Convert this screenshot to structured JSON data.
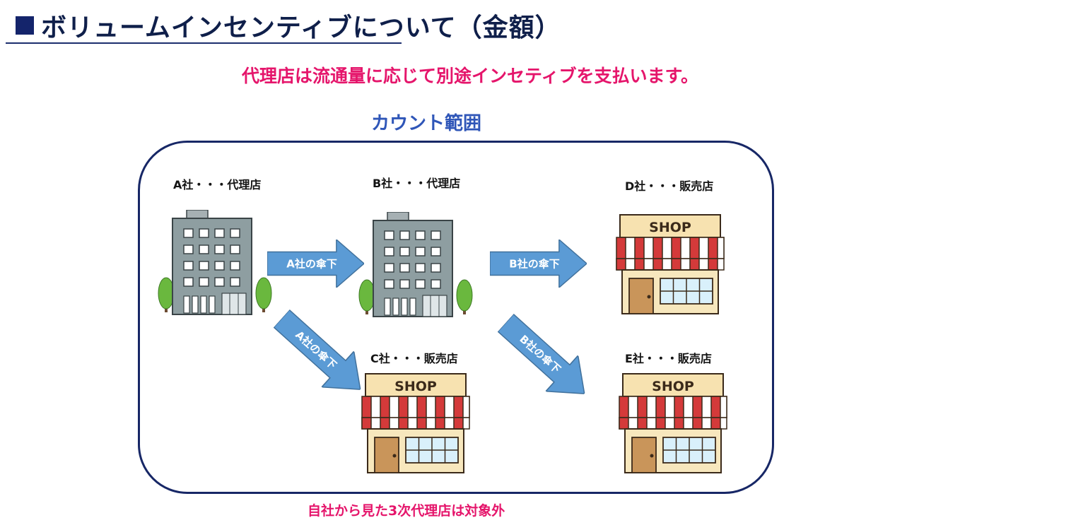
{
  "header": {
    "title": "ボリュームインセンティブについて（金額）"
  },
  "subtitle": "代理店は流通量に応じて別途インセティブを支払います。",
  "scope": {
    "label": "カウント範囲"
  },
  "nodes": {
    "a": {
      "label": "A社・・・代理店",
      "icon": "office-building-icon"
    },
    "b": {
      "label": "B社・・・代理店",
      "icon": "office-building-icon"
    },
    "c": {
      "label": "C社・・・販売店",
      "icon": "shop-icon"
    },
    "d": {
      "label": "D社・・・販売店",
      "icon": "shop-icon"
    },
    "e": {
      "label": "E社・・・販売店",
      "icon": "shop-icon"
    }
  },
  "shop_sign": "SHOP",
  "edges": {
    "a_to_b": {
      "label": "A社の傘下"
    },
    "a_to_c": {
      "label": "A社の傘下"
    },
    "b_to_d": {
      "label": "B社の傘下"
    },
    "b_to_e": {
      "label": "B社の傘下"
    }
  },
  "footnote": "自社から見た3次代理店は対象外",
  "colors": {
    "title": "#0f1f4a",
    "accent_pink": "#e5156b",
    "scope_label": "#2f56b8",
    "scope_border": "#172766",
    "arrow_fill": "#5b9bd5",
    "awning_red": "#d43a3a",
    "building_gray": "#8e9ea1",
    "tree_green": "#6ab83e"
  }
}
